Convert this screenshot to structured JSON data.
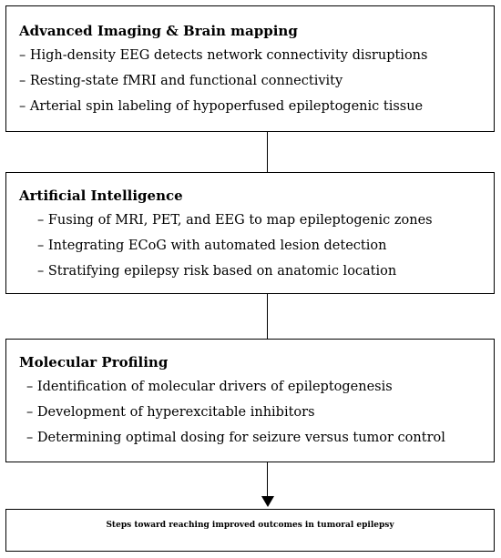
{
  "boxes": [
    {
      "title": "Advanced Imaging & Brain mapping",
      "items": [
        "– High-density EEG detects network connectivity disruptions",
        "– Resting-state fMRI and functional connectivity",
        "– Arterial spin labeling of hypoperfused epileptogenic tissue"
      ]
    },
    {
      "title": "Artificial Intelligence",
      "items": [
        "– Fusing of MRI, PET, and EEG to map epileptogenic zones",
        "– Integrating ECoG with automated lesion detection",
        "– Stratifying epilepsy risk based on anatomic location"
      ]
    },
    {
      "title": "Molecular Profiling",
      "items": [
        "– Identification of molecular drivers of epileptogenesis",
        "– Development of hyperexcitable inhibitors",
        "– Determining optimal dosing for seizure versus tumor control"
      ]
    }
  ],
  "final": {
    "text": "Steps toward reaching improved outcomes in tumoral epilepsy"
  }
}
